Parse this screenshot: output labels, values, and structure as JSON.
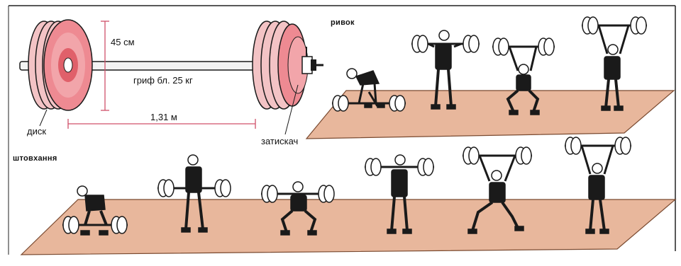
{
  "labels": {
    "plate_height": "45 см",
    "bar_label": "гриф бл. 25 кг",
    "bar_length": "1,31 м",
    "disc": "диск",
    "collar": "затискач",
    "snatch": "ривок",
    "clean_and_jerk": "штовхання"
  },
  "colors": {
    "plate_pink": "#ee8a92",
    "plate_light": "#f6c2c4",
    "plate_hub": "#e0606a",
    "platform": "#e8b79c",
    "platform_edge": "#7a4a30",
    "ink": "#1a1a1a",
    "dimension_line": "#d0506a",
    "frame": "#222222"
  },
  "figures": {
    "snatch_phases": 4,
    "clean_and_jerk_phases": 6
  }
}
